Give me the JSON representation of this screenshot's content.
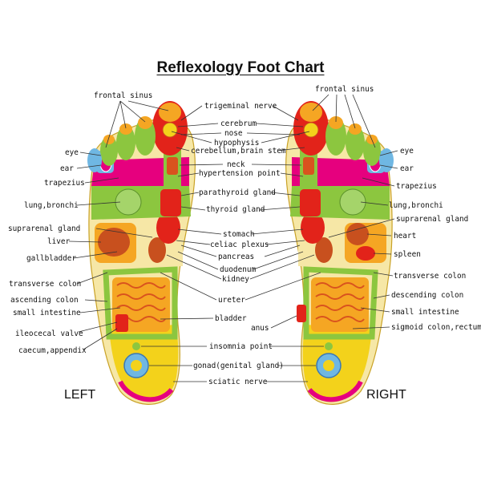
{
  "title": "Reflexology Foot Chart",
  "sides": {
    "left": "LEFT",
    "right": "RIGHT"
  },
  "labels": {
    "frontal_sinus_left": "frontal sinus",
    "frontal_sinus_right": "frontal sinus",
    "trigeminal_nerve": "trigeminal nerve",
    "cerebrum": "cerebrum",
    "nose": "nose",
    "hypophysis": "hypophysis",
    "cerebellum_brain_stem": "cerebellum,brain stem",
    "neck": "neck",
    "hypertension_point": "hypertension point",
    "parathyroid_gland": "parathyroid gland",
    "thyroid_gland": "thyroid gland",
    "stomach": "stomach",
    "celiac_plexus": "celiac plexus",
    "pancreas": "pancreas",
    "duodenum": "duodenum",
    "kidney": "kidney",
    "ureter": "ureter",
    "bladder": "bladder",
    "anus": "anus",
    "insomnia_point": "insomnia point",
    "gonad": "gonad(genital gland)",
    "sciatic_nerve": "sciatic nerve",
    "eye_left": "eye",
    "ear_left": "ear",
    "trapezius_left": "trapezius",
    "lung_bronchi_left": "lung,bronchi",
    "suprarenal_gland_left": "suprarenal gland",
    "liver": "liver",
    "gallbladder": "gallbladder",
    "transverse_colon_left": "transverse colon",
    "ascending_colon": "ascending colon",
    "small_intestine_left": "small intestine",
    "ileocecal_valve": "ileocecal valve",
    "caecum_appendix": "caecum,appendix",
    "eye_right": "eye",
    "ear_right": "ear",
    "trapezius_right": "trapezius",
    "lung_bronchi_right": "lung,bronchi",
    "suprarenal_gland_right": "suprarenal gland",
    "heart": "heart",
    "spleen": "spleen",
    "transverse_colon_right": "transverse colon",
    "descending_colon": "descending colon",
    "small_intestine_right": "small intestine",
    "sigmoid_colon_rectum": "sigmoid colon,rectum"
  },
  "colors": {
    "heel": "#f3d21b",
    "arch": "#f6e7a6",
    "zone_green": "#8cc63f",
    "zone_red": "#e2231a",
    "zone_magenta": "#e6007e",
    "zone_blue": "#6fb7e3",
    "zone_orange": "#f5a623"
  }
}
